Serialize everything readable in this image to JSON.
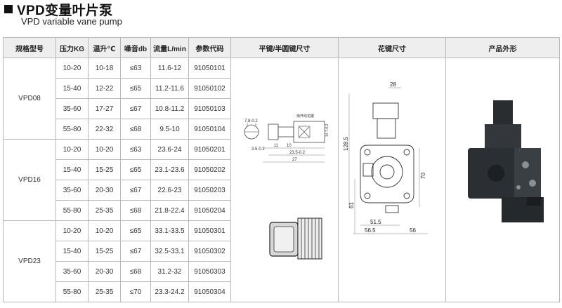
{
  "header": {
    "title": "VPD变量叶片泵",
    "subtitle": "VPD variable vane pump"
  },
  "table": {
    "columns": [
      "规格型号",
      "压力KG",
      "温升℃",
      "噪音db",
      "流量L/min",
      "参数代码",
      "平键/半圆键尺寸",
      "花键尺寸",
      "产品外形"
    ],
    "groups": [
      {
        "model": "VPD08",
        "rows": [
          {
            "pressure": "10-20",
            "temp": "10-18",
            "noise": "≤63",
            "flow": "11.6-12",
            "code": "91050101"
          },
          {
            "pressure": "15-40",
            "temp": "12-22",
            "noise": "≤65",
            "flow": "11.2-11.6",
            "code": "91050102"
          },
          {
            "pressure": "35-60",
            "temp": "17-27",
            "noise": "≤67",
            "flow": "10.8-11.2",
            "code": "91050103"
          },
          {
            "pressure": "55-80",
            "temp": "22-32",
            "noise": "≤68",
            "flow": "9.5-10",
            "code": "91050104"
          }
        ]
      },
      {
        "model": "VPD16",
        "rows": [
          {
            "pressure": "10-20",
            "temp": "10-20",
            "noise": "≤63",
            "flow": "23.6-24",
            "code": "91050201"
          },
          {
            "pressure": "15-40",
            "temp": "15-25",
            "noise": "≤65",
            "flow": "23.1-23.6",
            "code": "91050202"
          },
          {
            "pressure": "35-60",
            "temp": "20-30",
            "noise": "≤67",
            "flow": "22.6-23",
            "code": "91050203"
          },
          {
            "pressure": "55-80",
            "temp": "25-35",
            "noise": "≤68",
            "flow": "21.8-22.4",
            "code": "91050204"
          }
        ]
      },
      {
        "model": "VPD23",
        "rows": [
          {
            "pressure": "10-20",
            "temp": "10-20",
            "noise": "≤65",
            "flow": "33.1-33.5",
            "code": "91050301"
          },
          {
            "pressure": "15-40",
            "temp": "15-25",
            "noise": "≤67",
            "flow": "32.5-33.1",
            "code": "91050302"
          },
          {
            "pressure": "35-60",
            "temp": "20-30",
            "noise": "≤68",
            "flow": "31.2-32",
            "code": "91050303"
          },
          {
            "pressure": "55-80",
            "temp": "25-35",
            "noise": "≤70",
            "flow": "23.3-24.2",
            "code": "91050304"
          }
        ]
      }
    ]
  },
  "key_drawing": {
    "dims": [
      "7.8-0.2",
      "14.7-0.2",
      "3.5-0.2",
      "11",
      "10",
      "23.5-0.2",
      "27"
    ],
    "label": "渐开线花键"
  },
  "spline_drawing": {
    "dims": [
      "28",
      "128.5",
      "70",
      "61",
      "51.5",
      "56.5",
      "56"
    ]
  }
}
